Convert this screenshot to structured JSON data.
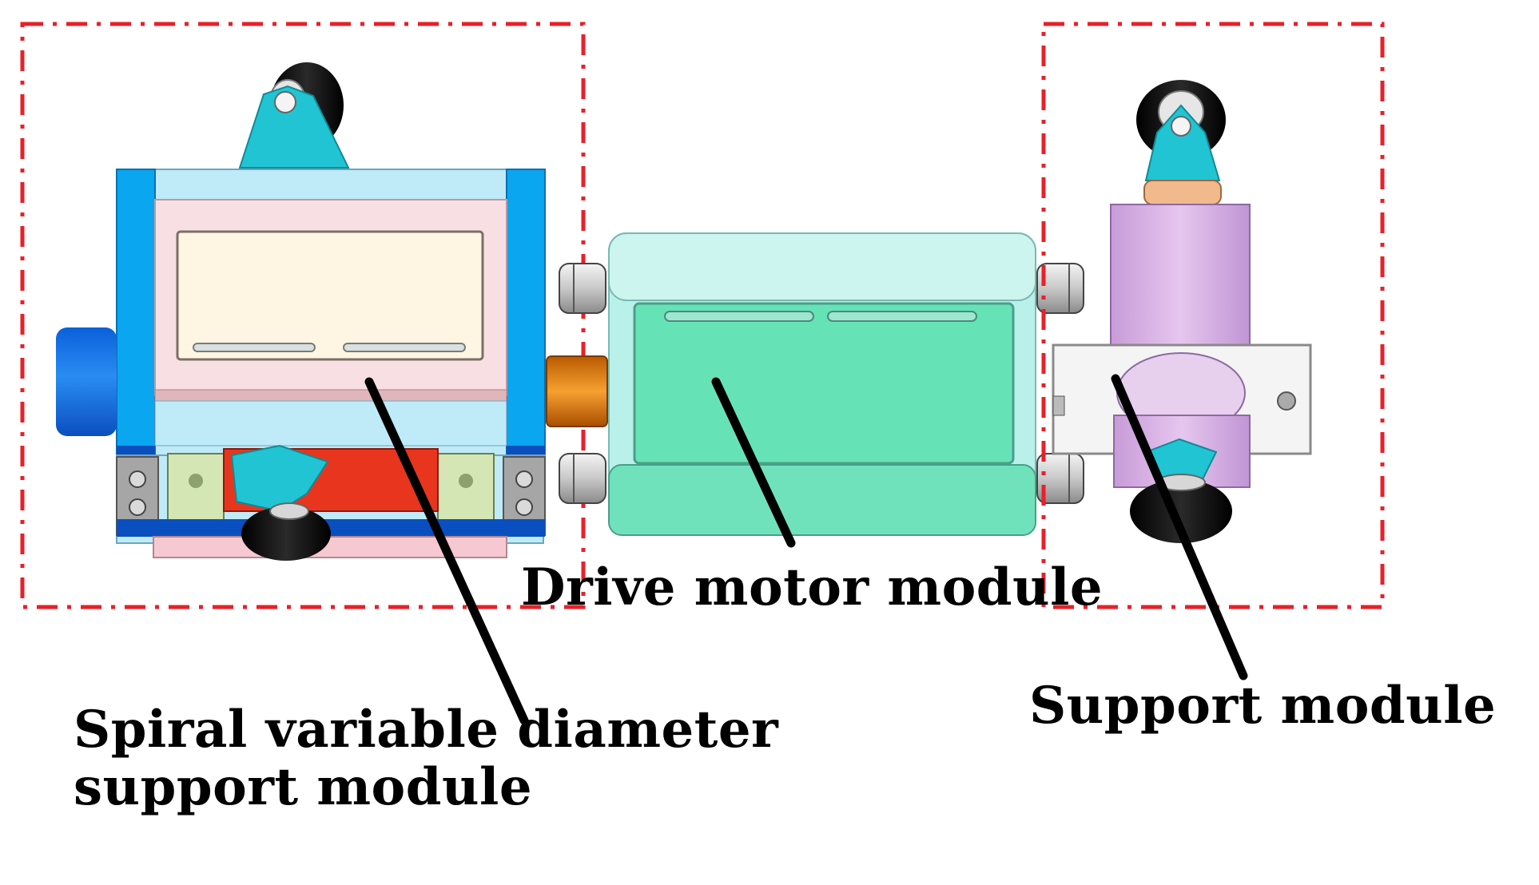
{
  "labels": {
    "drive_motor": "Drive motor module",
    "spiral_line1": "Spiral variable diameter",
    "spiral_line2": "support module",
    "support": "Support module"
  },
  "colors": {
    "dashed_box": "#e8202a",
    "frame_blue": "#0aa6ef",
    "frame_light": "#bfeaf7",
    "pink": "#f8dfe4",
    "cream": "#fef6e3",
    "motor_teal": "#b9f0e9",
    "motor_green": "#66e3b6",
    "cyan_bracket": "#20c8d3",
    "purple": "#d8b0e3",
    "orange": "#ee8a10",
    "red_part": "#e8351e",
    "olive": "#d3e6b4"
  }
}
